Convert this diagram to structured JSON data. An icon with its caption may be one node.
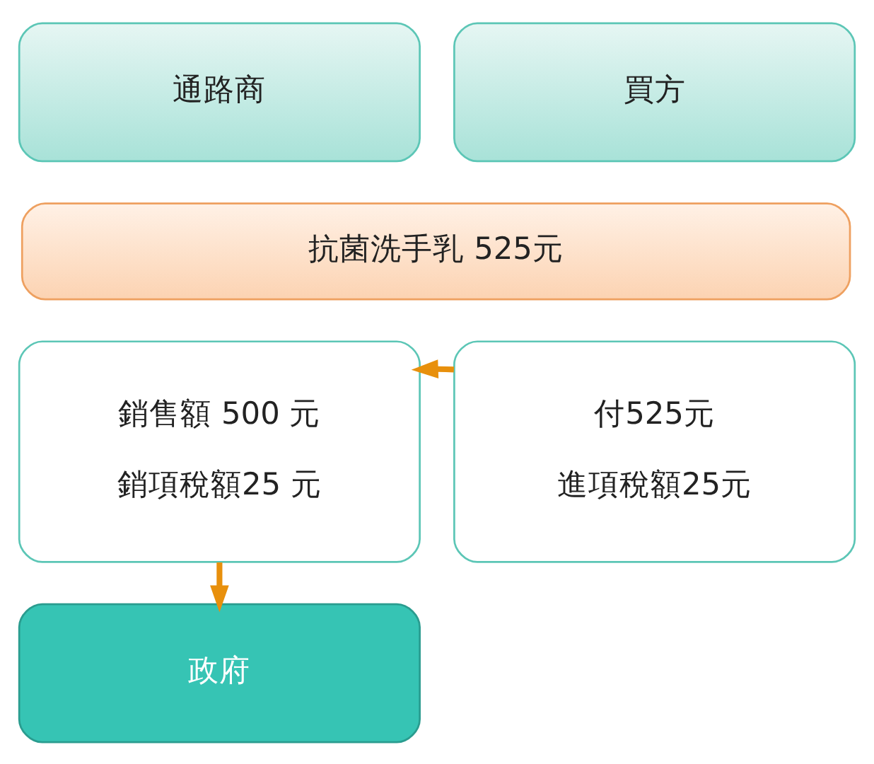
{
  "diagram": {
    "nodes": [
      {
        "text": [
          "通路商"
        ]
      },
      {
        "text": [
          "買方"
        ]
      },
      {
        "text": [
          "抗菌洗手乳 525元"
        ]
      },
      {
        "text": [
          "銷售額 500 元",
          "銷項稅額25 元"
        ]
      },
      {
        "text": [
          "付525元",
          "進項稅額25元"
        ]
      },
      {
        "text": [
          "政府"
        ]
      }
    ],
    "edges": [
      {
        "from": 4,
        "to": 3,
        "arrow": "to"
      },
      {
        "from": 3,
        "to": 5,
        "arrow": "to"
      }
    ]
  }
}
